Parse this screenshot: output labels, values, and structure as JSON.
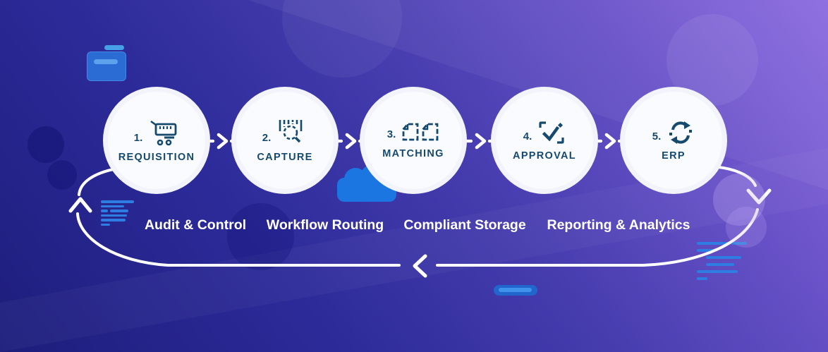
{
  "process_flow": {
    "steps": [
      {
        "number": "1.",
        "label": "REQUISITION",
        "icon": "shopping-cart-icon"
      },
      {
        "number": "2.",
        "label": "CAPTURE",
        "icon": "barcode-scan-icon"
      },
      {
        "number": "3.",
        "label": "MATCHING",
        "icon": "document-match-icon"
      },
      {
        "number": "4.",
        "label": "APPROVAL",
        "icon": "checkbox-approve-icon"
      },
      {
        "number": "5.",
        "label": "ERP",
        "icon": "sync-arrows-icon"
      }
    ],
    "cycle_labels": [
      "Audit & Control",
      "Workflow Routing",
      "Compliant Storage",
      "Reporting & Analytics"
    ],
    "flow_arrow_icons": [
      "chevron-right-icon",
      "chevron-down-icon",
      "chevron-left-icon",
      "chevron-up-icon"
    ]
  },
  "decorations": [
    "window-card-icon",
    "cloud-icon",
    "pill-icon",
    "text-lines-left",
    "text-lines-right",
    "bokeh-circles"
  ],
  "colors": {
    "background_top_right": "#8b6ae0",
    "background_bottom_left": "#1d1d7c",
    "circle_fill": "#fafbfe",
    "circle_ring": "#c7c4e2",
    "step_text": "#15496d",
    "cycle_label_text": "#ffffff",
    "loop_stroke": "#ffffff",
    "decor_blue": "#2e7de2"
  }
}
